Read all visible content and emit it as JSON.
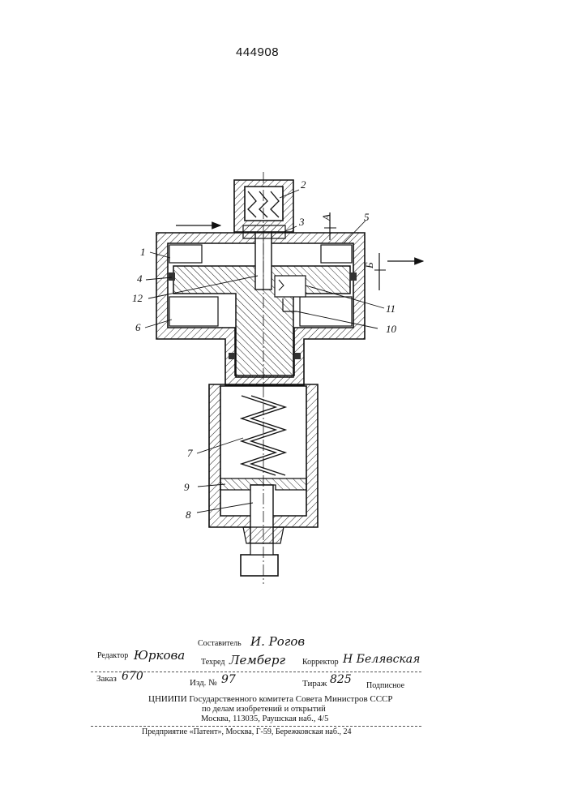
{
  "patent_number": "444908",
  "labels": {
    "l1": "1",
    "l2": "2",
    "l3": "3",
    "l4": "4",
    "l5": "5",
    "l6": "6",
    "l7": "7",
    "l8": "8",
    "l9": "9",
    "l10": "10",
    "l11": "11",
    "l12": "12",
    "lA": "А",
    "lB": "Б"
  },
  "imprint": {
    "compiler_label": "Составитель",
    "compiler_name": "И. Рогов",
    "editor_label": "Редактор",
    "editor_name": "Юркова",
    "techred_label": "Техред",
    "techred_name": "Лемберг",
    "corrector_label": "Корректор",
    "corrector_name": "Н Белявская",
    "order_label": "Заказ",
    "order_value": "670",
    "issue_label": "Изд. №",
    "issue_value": "97",
    "print_run_label": "Тираж",
    "print_run_value": "825",
    "subscription": "Подписное",
    "org_line1": "ЦНИИПИ Государственного комитета Совета Министров СССР",
    "org_line2": "по делам изобретений и открытий",
    "org_line3": "Москва, 113035, Раушская наб., 4/5",
    "enterprise": "Предприятие «Патент», Москва, Г-59, Бережковская наб., 24"
  }
}
